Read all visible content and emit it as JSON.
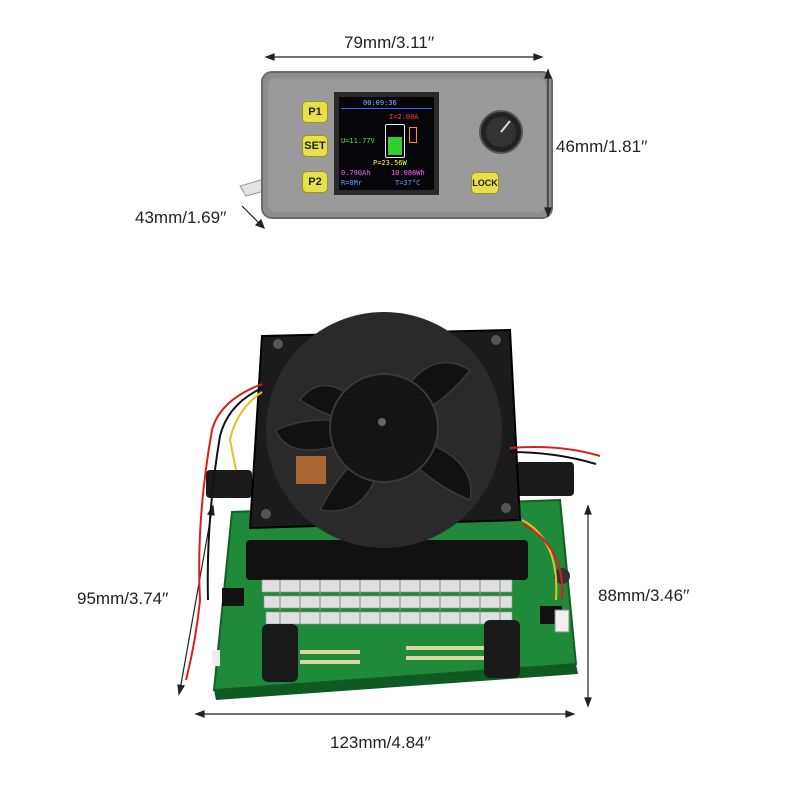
{
  "dimensions": {
    "panel_width": "79mm/3.11′′",
    "panel_height": "46mm/1.81′′",
    "panel_depth": "43mm/1.69′′",
    "board_width": "123mm/4.84′′",
    "board_height_left": "95mm/3.74′′",
    "board_height_right": "88mm/3.46′′"
  },
  "control_panel": {
    "buttons": {
      "p1": "P1",
      "set": "SET",
      "p2": "P2",
      "lock": "LOCK"
    },
    "display": {
      "time": "00:09:36",
      "current": "I=2.00A",
      "voltage": "U=11.77V",
      "power": "P=23.56W",
      "capacity_ah": "0.790Ah",
      "energy_wh": "10.086Wh",
      "resistance": "R=0Mr",
      "temperature": "T=37°C"
    }
  },
  "colors": {
    "panel_body": "#8d8d8d",
    "button_yellow": "#e8e04a",
    "pcb_green": "#1f8a3a",
    "fan_black": "#1b1b1b",
    "heatsink": "#d9d9d9"
  }
}
